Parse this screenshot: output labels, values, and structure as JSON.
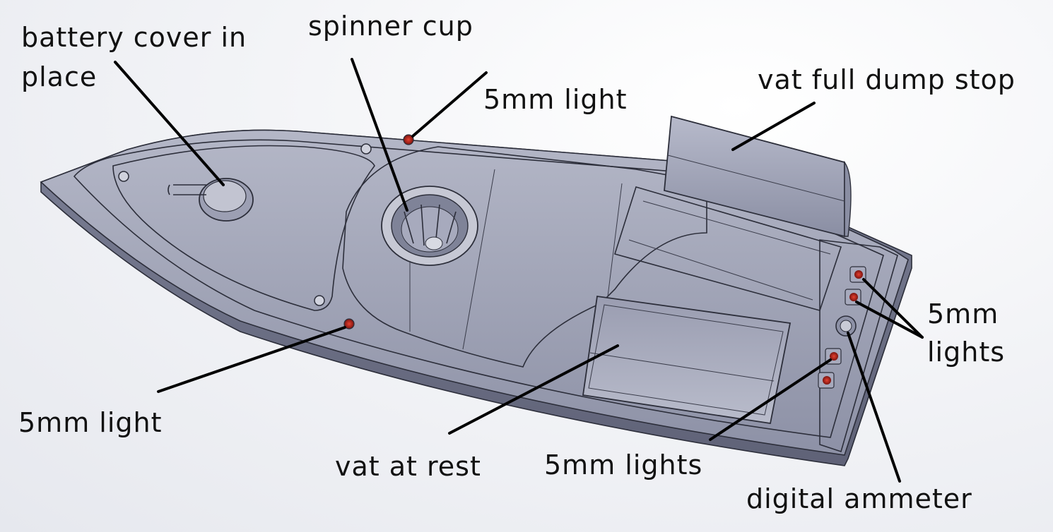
{
  "labels": {
    "battery_cover_line1": "battery cover in",
    "battery_cover_line2": "place",
    "spinner_cup": "spinner cup",
    "light_top": "5mm light",
    "vat_full": "vat full dump stop",
    "lights_right_line1": "5mm",
    "lights_right_line2": "lights",
    "light_left": "5mm light",
    "vat_rest": "vat at rest",
    "lights_bottom": "5mm lights",
    "ammeter": "digital ammeter"
  },
  "colors": {
    "hull_top": "#a8abbd",
    "hull_mid": "#9599ad",
    "hull_dark": "#6e7186",
    "deck_light": "#c4c6d3",
    "led_red": "#c0201a",
    "leader": "#000000"
  }
}
